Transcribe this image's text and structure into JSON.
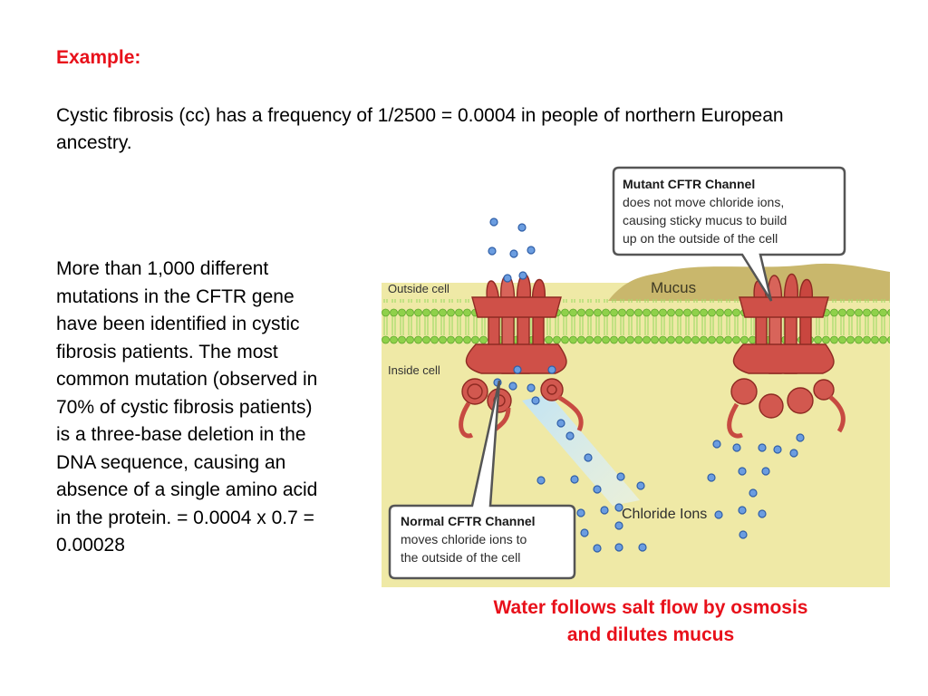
{
  "heading": "Example:",
  "intro": "Cystic fibrosis (cc) has a frequency of 1/2500 = 0.0004 in people of northern European ancestry.",
  "body": "More than 1,000 different mutations in the CFTR gene have been identified in cystic fibrosis patients. The most common mutation (observed in 70% of cystic fibrosis patients) is a three-base deletion in the DNA sequence, causing an absence of a single amino acid in the protein. = 0.0004 x 0.7 = 0.00028",
  "figure": {
    "outside_label": "Outside cell",
    "inside_label": "Inside cell",
    "mucus_label": "Mucus",
    "chloride_label": "Chloride Ions",
    "mutant_callout": {
      "title": "Mutant CFTR Channel",
      "lines": [
        "does not move chloride ions,",
        "causing sticky mucus to build",
        "up on the outside of the cell"
      ]
    },
    "normal_callout": {
      "title": "Normal CFTR Channel",
      "lines": [
        "moves chloride ions to",
        "the outside of the cell"
      ]
    }
  },
  "caption": [
    "Water follows salt flow by osmosis",
    "and dilutes mucus"
  ],
  "colors": {
    "accent_red": "#e8101a",
    "membrane_green": "#8fd14a",
    "cytoplasm": "#efe9a6",
    "mucus": "#c7b46a",
    "channel": "#d0524a",
    "ion": "#5b8fd3"
  }
}
